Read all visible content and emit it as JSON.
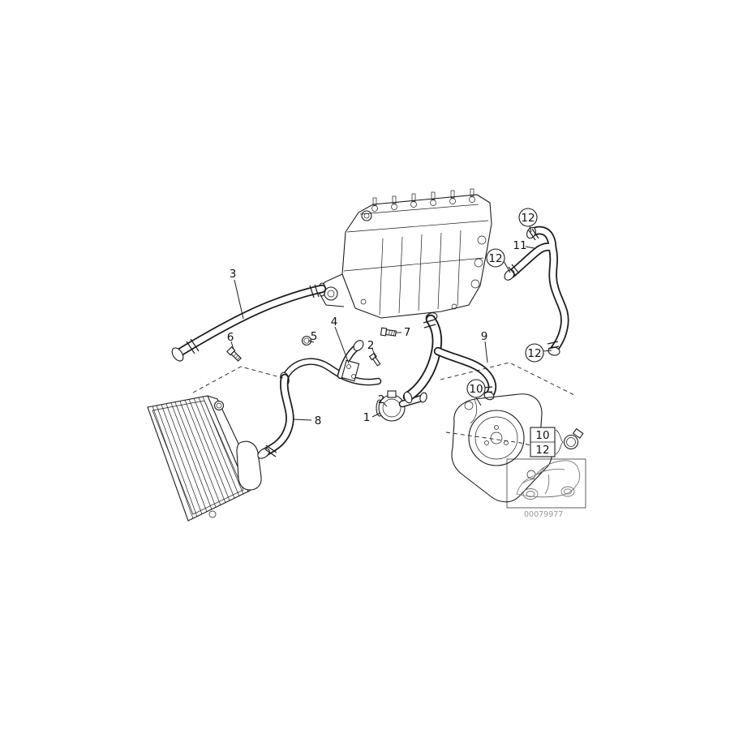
{
  "figure": {
    "part_number": "00079977",
    "background": "#ffffff",
    "line_color": "#1c1c1c"
  },
  "callouts": {
    "c1": "1",
    "c2a": "2",
    "c2b": "2",
    "c3": "3",
    "c4": "4",
    "c5": "5",
    "c6": "6",
    "c7": "7",
    "c8": "8",
    "c9": "9",
    "c10": "10",
    "c11": "11",
    "c12a": "12",
    "c12b": "12",
    "c12c": "12"
  },
  "legend": {
    "row1": "10",
    "row2": "12"
  }
}
